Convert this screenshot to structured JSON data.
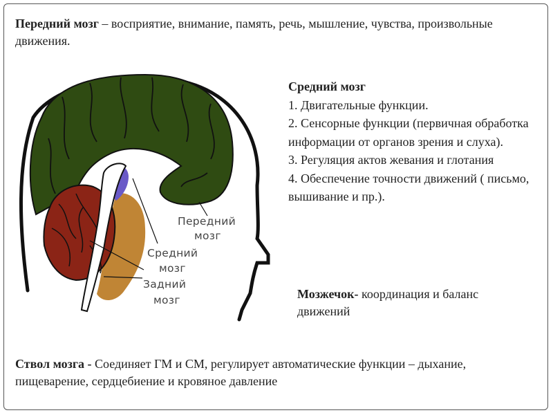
{
  "forebrain": {
    "title": "Передний мозг",
    "text": " – восприятие, внимание, память, речь, мышление, чувства, произвольные движения."
  },
  "midbrain": {
    "title": "Средний мозг",
    "items": [
      "1. Двигательные функции.",
      "2. Сенсорные функции  (первичная обработка информации от органов зрения и слуха).",
      "3. Регуляция актов жевания и глотания",
      "4. Обеспечение точности движений ( письмо, вышивание и пр.)."
    ]
  },
  "cerebellum": {
    "title": "Мозжечок-",
    "text": " координация и баланс движений"
  },
  "brainstem": {
    "title": "Ствол мозга - ",
    "text": "Соединяет ГМ и СМ, регулирует автоматические функции – дыхание, пищеварение, сердцебиение и кровяное давление"
  },
  "diagram": {
    "labels": {
      "forebrain_1": "Передний",
      "forebrain_2": "мозг",
      "midbrain_1": "Средний",
      "midbrain_2": "мозг",
      "hindbrain_1": "Задний",
      "hindbrain_2": "мозг"
    },
    "colors": {
      "forebrain": "#2f4b12",
      "cerebellum": "#8b2416",
      "hindbrain": "#c08535",
      "midbrain": "#6a5ac8",
      "outline": "#111111"
    }
  }
}
